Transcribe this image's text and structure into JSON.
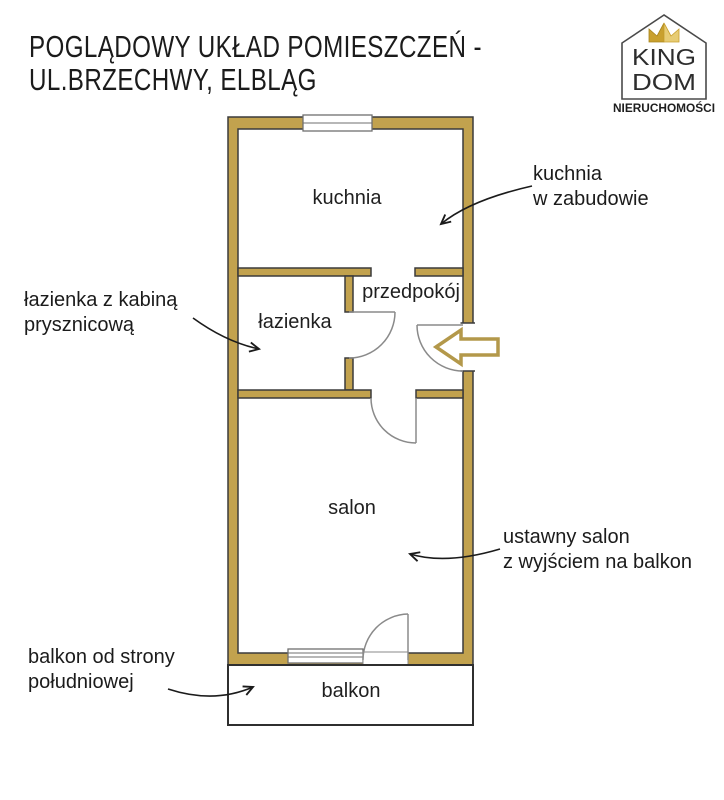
{
  "header": {
    "title_line1": "POGLĄDOWY UKŁAD POMIESZCZEŃ -",
    "title_line2": "UL.BRZECHWY, ELBLĄG"
  },
  "logo": {
    "brand_line1": "KING",
    "brand_line2": "DOM",
    "tagline": "NIERUCHOMOŚCI",
    "icons": {
      "house": "house-outline",
      "crown": "gold-crown"
    }
  },
  "floorplan": {
    "rooms": {
      "kuchnia": "kuchnia",
      "przedpokoj": "przedpokój",
      "lazienka": "łazienka",
      "salon": "salon",
      "balkon": "balkon"
    },
    "icons": {
      "entry_arrow": "left-block-arrow"
    }
  },
  "annotations": {
    "kuchnia": {
      "line1": "kuchnia",
      "line2": "w zabudowie"
    },
    "lazienka": {
      "line1": "łazienka z kabiną",
      "line2": "prysznicową"
    },
    "salon": {
      "line1": "ustawny salon",
      "line2": "z wyjściem na balkon"
    },
    "balkon": {
      "line1": "balkon od strony",
      "line2": "południowej"
    }
  },
  "colors": {
    "wall_fill": "#C2A24E",
    "wall_outline": "#3B3B3B",
    "door_line": "#8A8A8A",
    "entry_arrow_outline": "#B3984A",
    "crown_dark": "#C9A02E",
    "crown_light": "#E7CC74",
    "text": "#1B1B1B"
  }
}
